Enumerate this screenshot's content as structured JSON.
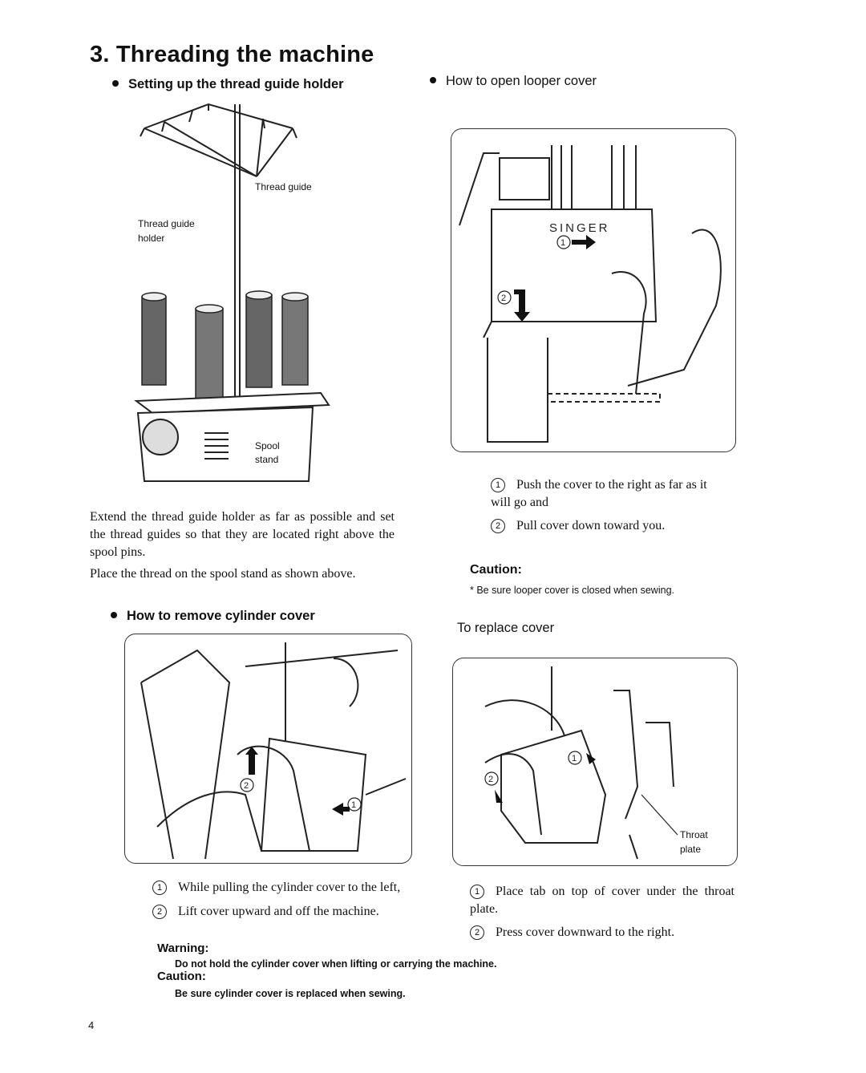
{
  "title": "3.  Threading the machine",
  "sections": {
    "thread_guide": {
      "heading": "Setting up the thread guide holder",
      "labels": {
        "thread_guide": "Thread guide",
        "thread_guide_holder_1": "Thread guide",
        "thread_guide_holder_2": "holder",
        "spool_stand_1": "Spool",
        "spool_stand_2": "stand"
      },
      "para1": "Extend the thread guide holder as far as possible and set the thread guides so that they are located right above the spool pins.",
      "para2": "Place the thread on the spool stand as shown above."
    },
    "looper": {
      "heading": "How to open looper cover",
      "brand": "SINGER",
      "step1_num": "1",
      "step1": "Push the cover to the right as far as it will go and",
      "step2_num": "2",
      "step2": "Pull cover down toward you.",
      "caution_heading": "Caution:",
      "caution_text": "* Be sure looper cover is closed when sewing."
    },
    "cylinder": {
      "heading": "How to remove cylinder cover",
      "step1_num": "1",
      "step1": "While pulling the cylinder cover to the left,",
      "step2_num": "2",
      "step2": "Lift cover upward and off the machine."
    },
    "replace": {
      "heading": "To replace cover",
      "label_throat_1": "Throat",
      "label_throat_2": "plate",
      "step1_num": "1",
      "step1": "Place tab on top of cover under the throat plate.",
      "step2_num": "2",
      "step2": "Press cover downward to the right."
    },
    "bottom": {
      "warning_heading": "Warning:",
      "warning_text": "Do not hold the cylinder cover when lifting or carrying the machine.",
      "caution_heading": "Caution:",
      "caution_text": "Be sure cylinder cover is replaced when sewing."
    }
  },
  "page_number": "4"
}
